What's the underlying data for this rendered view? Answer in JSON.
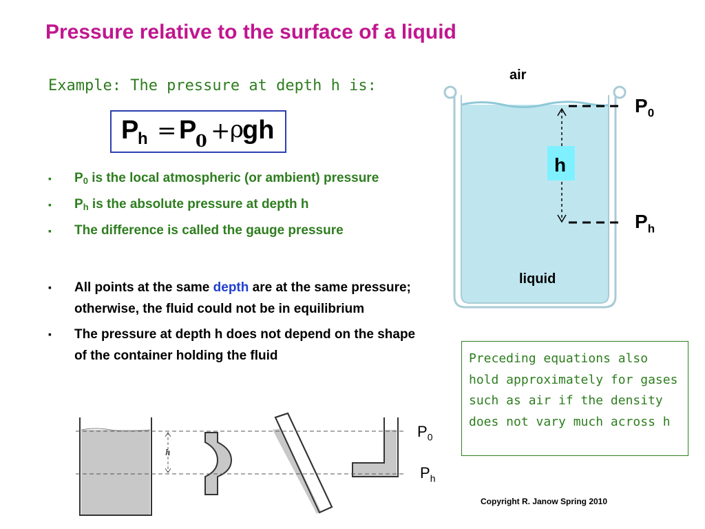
{
  "slide": {
    "title": "Pressure relative to the surface of a liquid",
    "example": "Example: The pressure at depth h is:",
    "formula": {
      "lhs": "P",
      "lhs_sub": "h",
      "equals": "=",
      "p0": "P",
      "p0_sub": "0",
      "plus": "+",
      "rho": "ρ",
      "gh": "gh"
    },
    "bullets_green": [
      {
        "symbol": "P",
        "sub": "0",
        "text": " is the local atmospheric (or ambient) pressure"
      },
      {
        "symbol": "P",
        "sub": "h",
        "text": " is the absolute pressure at depth h"
      },
      {
        "text": "The difference is called the gauge pressure"
      }
    ],
    "bullets_black": [
      {
        "before": "All points at the same ",
        "highlight": "depth",
        "after": " are at the same pressure; otherwise, the fluid could not be in equilibrium"
      },
      {
        "text": "The pressure at depth h does not depend on the shape of the container holding the fluid"
      }
    ],
    "bullet_mark": "▪",
    "note": "Preceding equations also hold approximately for gases such as air if the density does not vary much across h",
    "copyright": "Copyright R. Janow Spring 2010"
  },
  "diagram_top": {
    "air": "air",
    "liquid": "liquid",
    "h": "h",
    "p": "P",
    "p0_sub": "0",
    "ph_sub": "h"
  },
  "diagram_bottom": {
    "h": "h",
    "p": "P",
    "p0_sub": "0",
    "ph_sub": "h"
  },
  "colors": {
    "title": "#c0168f",
    "green_text": "#2e7d1f",
    "formula_border": "#2a3fb0",
    "highlight": "#1f3fd0",
    "liquid": "#bfe6ef",
    "h_box": "#7ff0ff",
    "container_gray": "#c8c8c8"
  }
}
